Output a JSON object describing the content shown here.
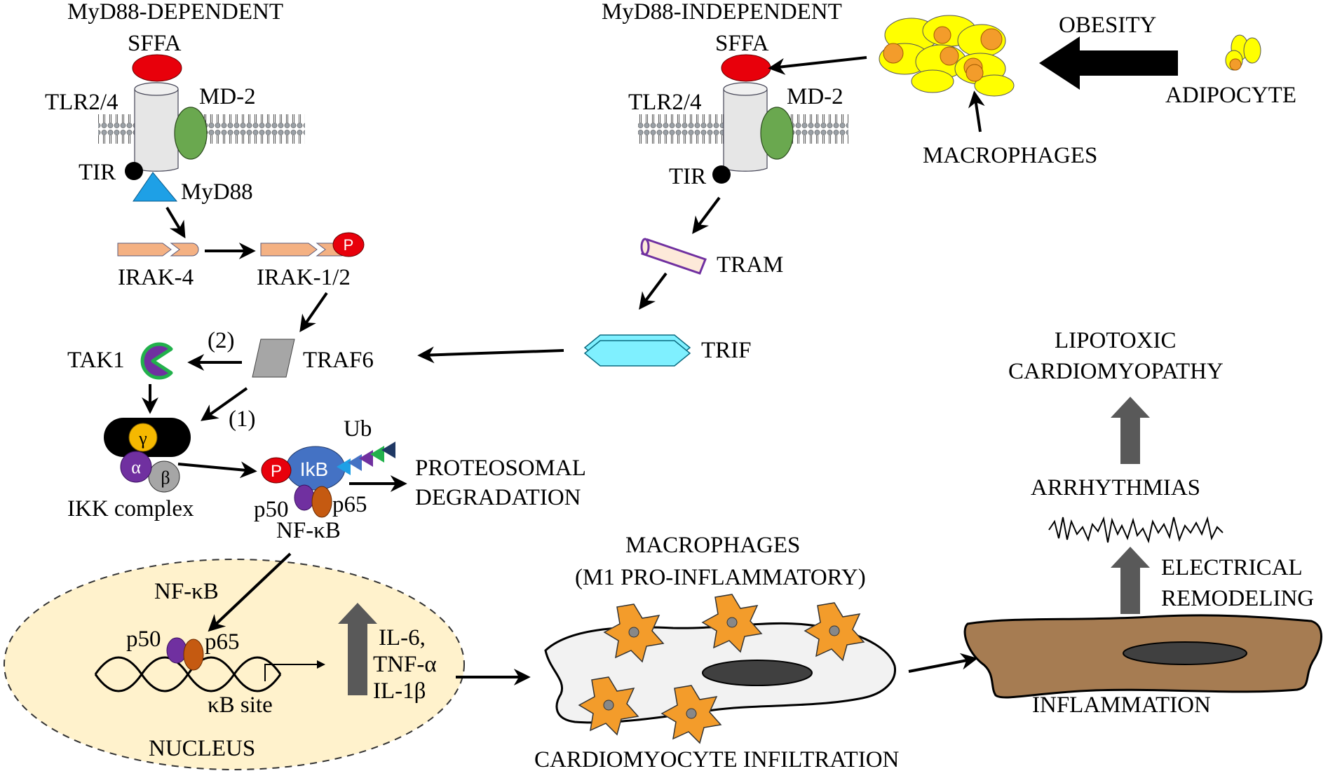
{
  "labels": {
    "myd88_dependent": "MyD88-DEPENDENT",
    "myd88_independent": "MyD88-INDEPENDENT",
    "sffa_left": "SFFA",
    "sffa_right": "SFFA",
    "tlr_left": "TLR2/4",
    "tlr_right": "TLR2/4",
    "md2_left": "MD-2",
    "md2_right": "MD-2",
    "tir_left": "TIR",
    "tir_right": "TIR",
    "myd88": "MyD88",
    "irak4": "IRAK-4",
    "irak12": "IRAK-1/2",
    "phospho_p": "P",
    "tram": "TRAM",
    "trif": "TRIF",
    "traf6": "TRAF6",
    "tak1": "TAK1",
    "step2": "(2)",
    "step1": "(1)",
    "gamma": "γ",
    "alpha": "α",
    "beta": "β",
    "ikk_complex": "IKK complex",
    "ikb": "IkB",
    "ub": "Ub",
    "p50": "p50",
    "p65": "p65",
    "nfkb": "NF-κB",
    "proteosomal_line1": "PROTEOSOMAL",
    "proteosomal_line2": "DEGRADATION",
    "obesity": "OBESITY",
    "adipocyte": "ADIPOCYTE",
    "macrophages_top": "MACROPHAGES",
    "nucleus_nfkb": "NF-κB",
    "nucleus_p50": "p50",
    "nucleus_p65": "p65",
    "kb_site": "κB site",
    "nucleus": "NUCLEUS",
    "il6": "IL-6,",
    "tnfa": "TNF-α",
    "il1b": "IL-1β",
    "macrophages_m1_line1": "MACROPHAGES",
    "macrophages_m1_line2": "(M1 PRO-INFLAMMATORY)",
    "cardiomyocyte_infiltration": "CARDIOMYOCYTE INFILTRATION",
    "inflammation": "INFLAMMATION",
    "electrical_line1": "ELECTRICAL",
    "electrical_line2": "REMODELING",
    "arrhythmias": "ARRHYTHMIAS",
    "lipotoxic_line1": "LIPOTOXIC",
    "lipotoxic_line2": "CARDIOMYOPATHY"
  },
  "colors": {
    "sffa": "#e8000b",
    "receptor": "#e6e6e6",
    "md2": "#6aa84f",
    "myd88": "#1ea0e6",
    "irak": "#f4b183",
    "tram_fill": "#fde9d9",
    "tram_stroke": "#7030a0",
    "trif": "#7ff0ff",
    "traf6": "#a6a6a6",
    "tak1": "#7030a0",
    "tak1_ring": "#22b14c",
    "gamma": "#f5b800",
    "alpha": "#7030a0",
    "beta": "#a6a6a6",
    "ikb": "#4472c4",
    "p65": "#c55a11",
    "adipocyte": "#ffff00",
    "macrophage": "#f39c2b",
    "nucleus_fill": "#fff2cc",
    "muscle": "#a67c52",
    "block_arrow": "#595959"
  }
}
